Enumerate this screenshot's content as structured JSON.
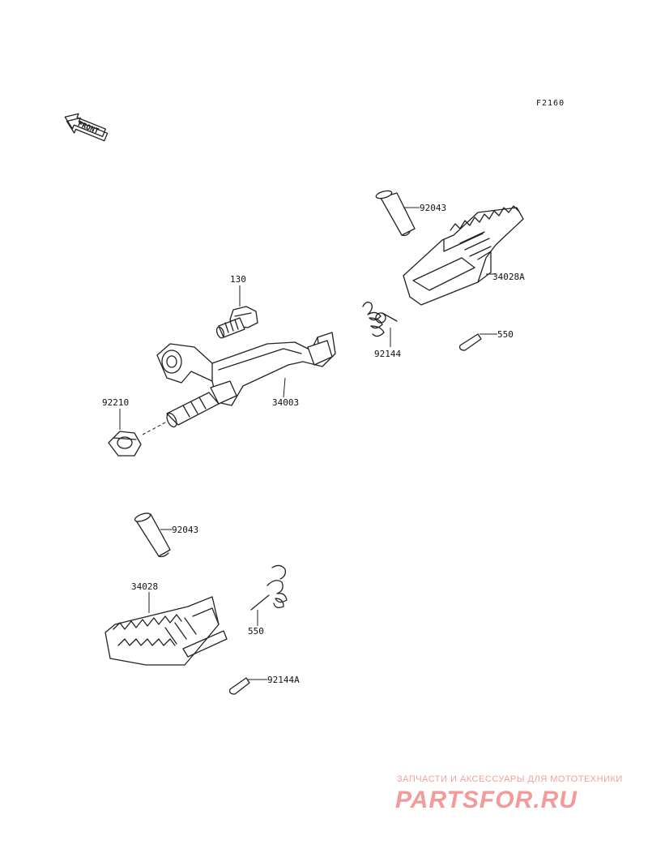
{
  "diagram": {
    "code": "F2160",
    "front_label": "FRONT"
  },
  "parts": [
    {
      "id": "p130",
      "label": "130"
    },
    {
      "id": "p92210",
      "label": "92210"
    },
    {
      "id": "p34003",
      "label": "34003"
    },
    {
      "id": "p92043_top",
      "label": "92043"
    },
    {
      "id": "p34028A",
      "label": "34028A"
    },
    {
      "id": "p92144",
      "label": "92144"
    },
    {
      "id": "p550_top",
      "label": "550"
    },
    {
      "id": "p92043_bottom",
      "label": "92043"
    },
    {
      "id": "p34028",
      "label": "34028"
    },
    {
      "id": "p92144A",
      "label": "92144A"
    },
    {
      "id": "p550_bottom",
      "label": "550"
    }
  ],
  "watermark": {
    "subtitle": "ЗАПЧАСТИ И АКСЕССУАРЫ ДЛЯ МОТОТЕХНИКИ",
    "brand": "PARTSFOR.RU"
  }
}
